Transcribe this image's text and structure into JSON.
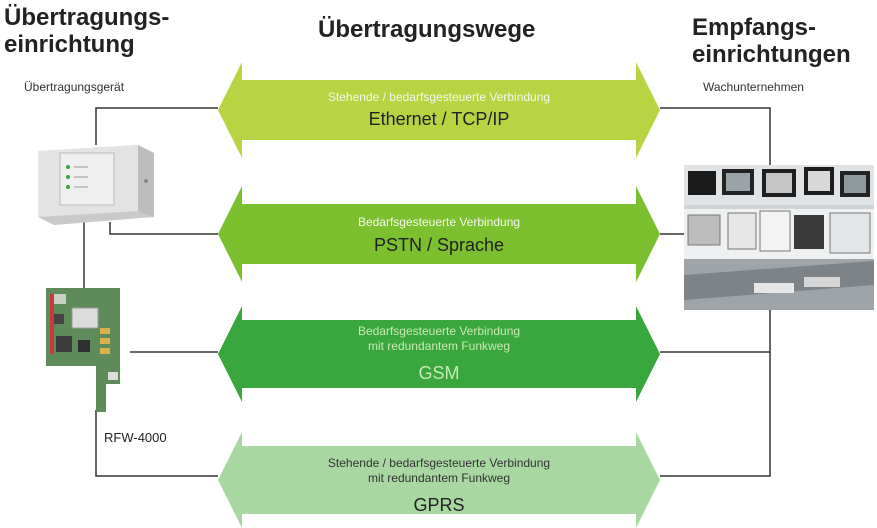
{
  "headers": {
    "left": [
      "Übertragungs-",
      "einrichtung"
    ],
    "center": "Übertragungswege",
    "right": [
      "Empfangs-",
      "einrichtungen"
    ]
  },
  "subtitles": {
    "left": "Übertragungsgerät",
    "right": "Wachunternehmen"
  },
  "device_label": "RFW-4000",
  "arrows": [
    {
      "lines": [
        "Stehende / bedarfsgesteuerte Verbindung"
      ],
      "main": "Ethernet  /  TCP/IP",
      "color": "#b9d443",
      "text_color": "#ffffff"
    },
    {
      "lines": [
        "Bedarfsgesteuerte Verbindung"
      ],
      "main": "PSTN / Sprache",
      "color": "#7cbf2f",
      "text_color": "#ffffff"
    },
    {
      "lines": [
        "Bedarfsgesteuerte Verbindung",
        "mit redundantem Funkweg"
      ],
      "main": "GSM",
      "color": "#3aa63e",
      "text_color": "#c9e9b4"
    },
    {
      "lines": [
        "Stehende / bedarfsgesteuerte Verbindung",
        "mit redundantem Funkweg"
      ],
      "main": "GPRS",
      "color": "#a8d7a2",
      "text_color": "#ffffff"
    }
  ],
  "colors": {
    "connector": "#333333",
    "device_body": "#dedede",
    "board": "#5f8a5a"
  },
  "icons": [
    "transmission-device-image",
    "circuit-board-image",
    "control-room-image"
  ]
}
